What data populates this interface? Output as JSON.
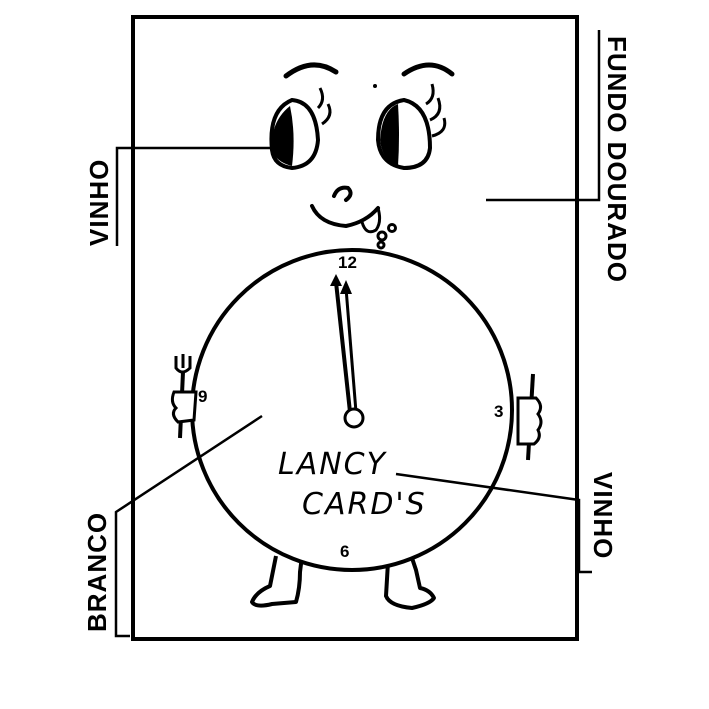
{
  "labels": {
    "left_top": "VINHO",
    "left_bottom": "BRANCO",
    "right_top": "FUNDO DOURADO",
    "right_bottom": "VINHO"
  },
  "clock": {
    "n12": "12",
    "n3": "3",
    "n6": "6",
    "n9": "9",
    "brand_line1": "LANCY",
    "brand_line2": "CARD'S"
  }
}
